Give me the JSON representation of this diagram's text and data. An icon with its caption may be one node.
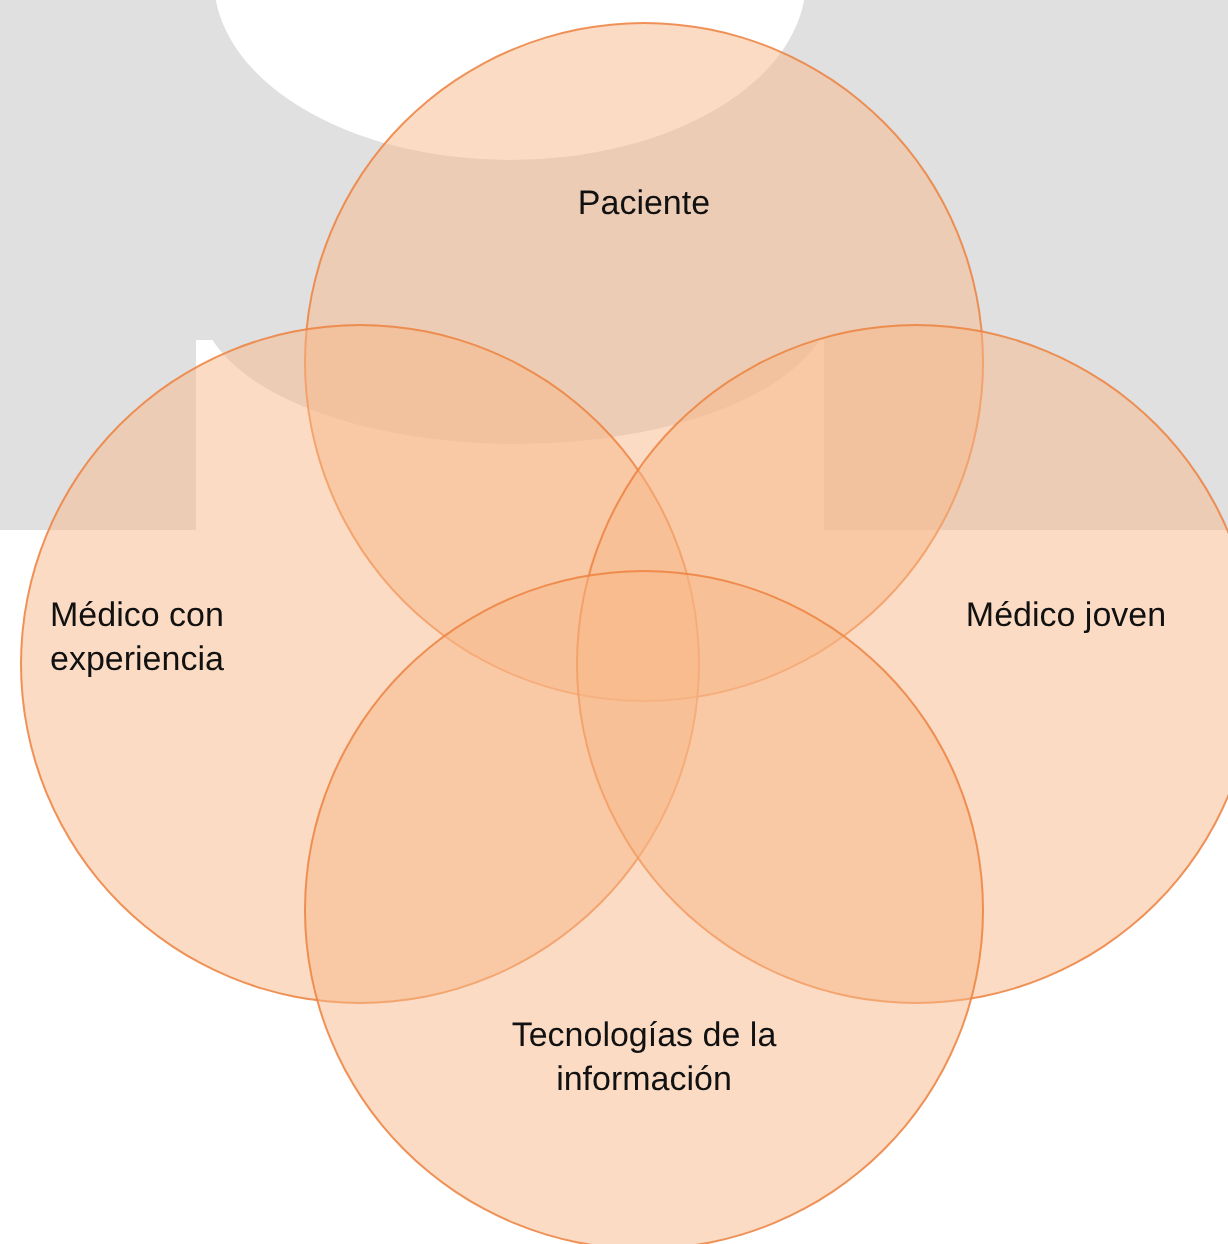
{
  "diagram": {
    "nodes": [
      {
        "text": [
          "Paciente"
        ]
      },
      {
        "text": [
          "Médico con experiencia"
        ]
      },
      {
        "text": [
          "Médico joven"
        ]
      },
      {
        "text": [
          "Tecnologías de la información"
        ]
      }
    ]
  }
}
